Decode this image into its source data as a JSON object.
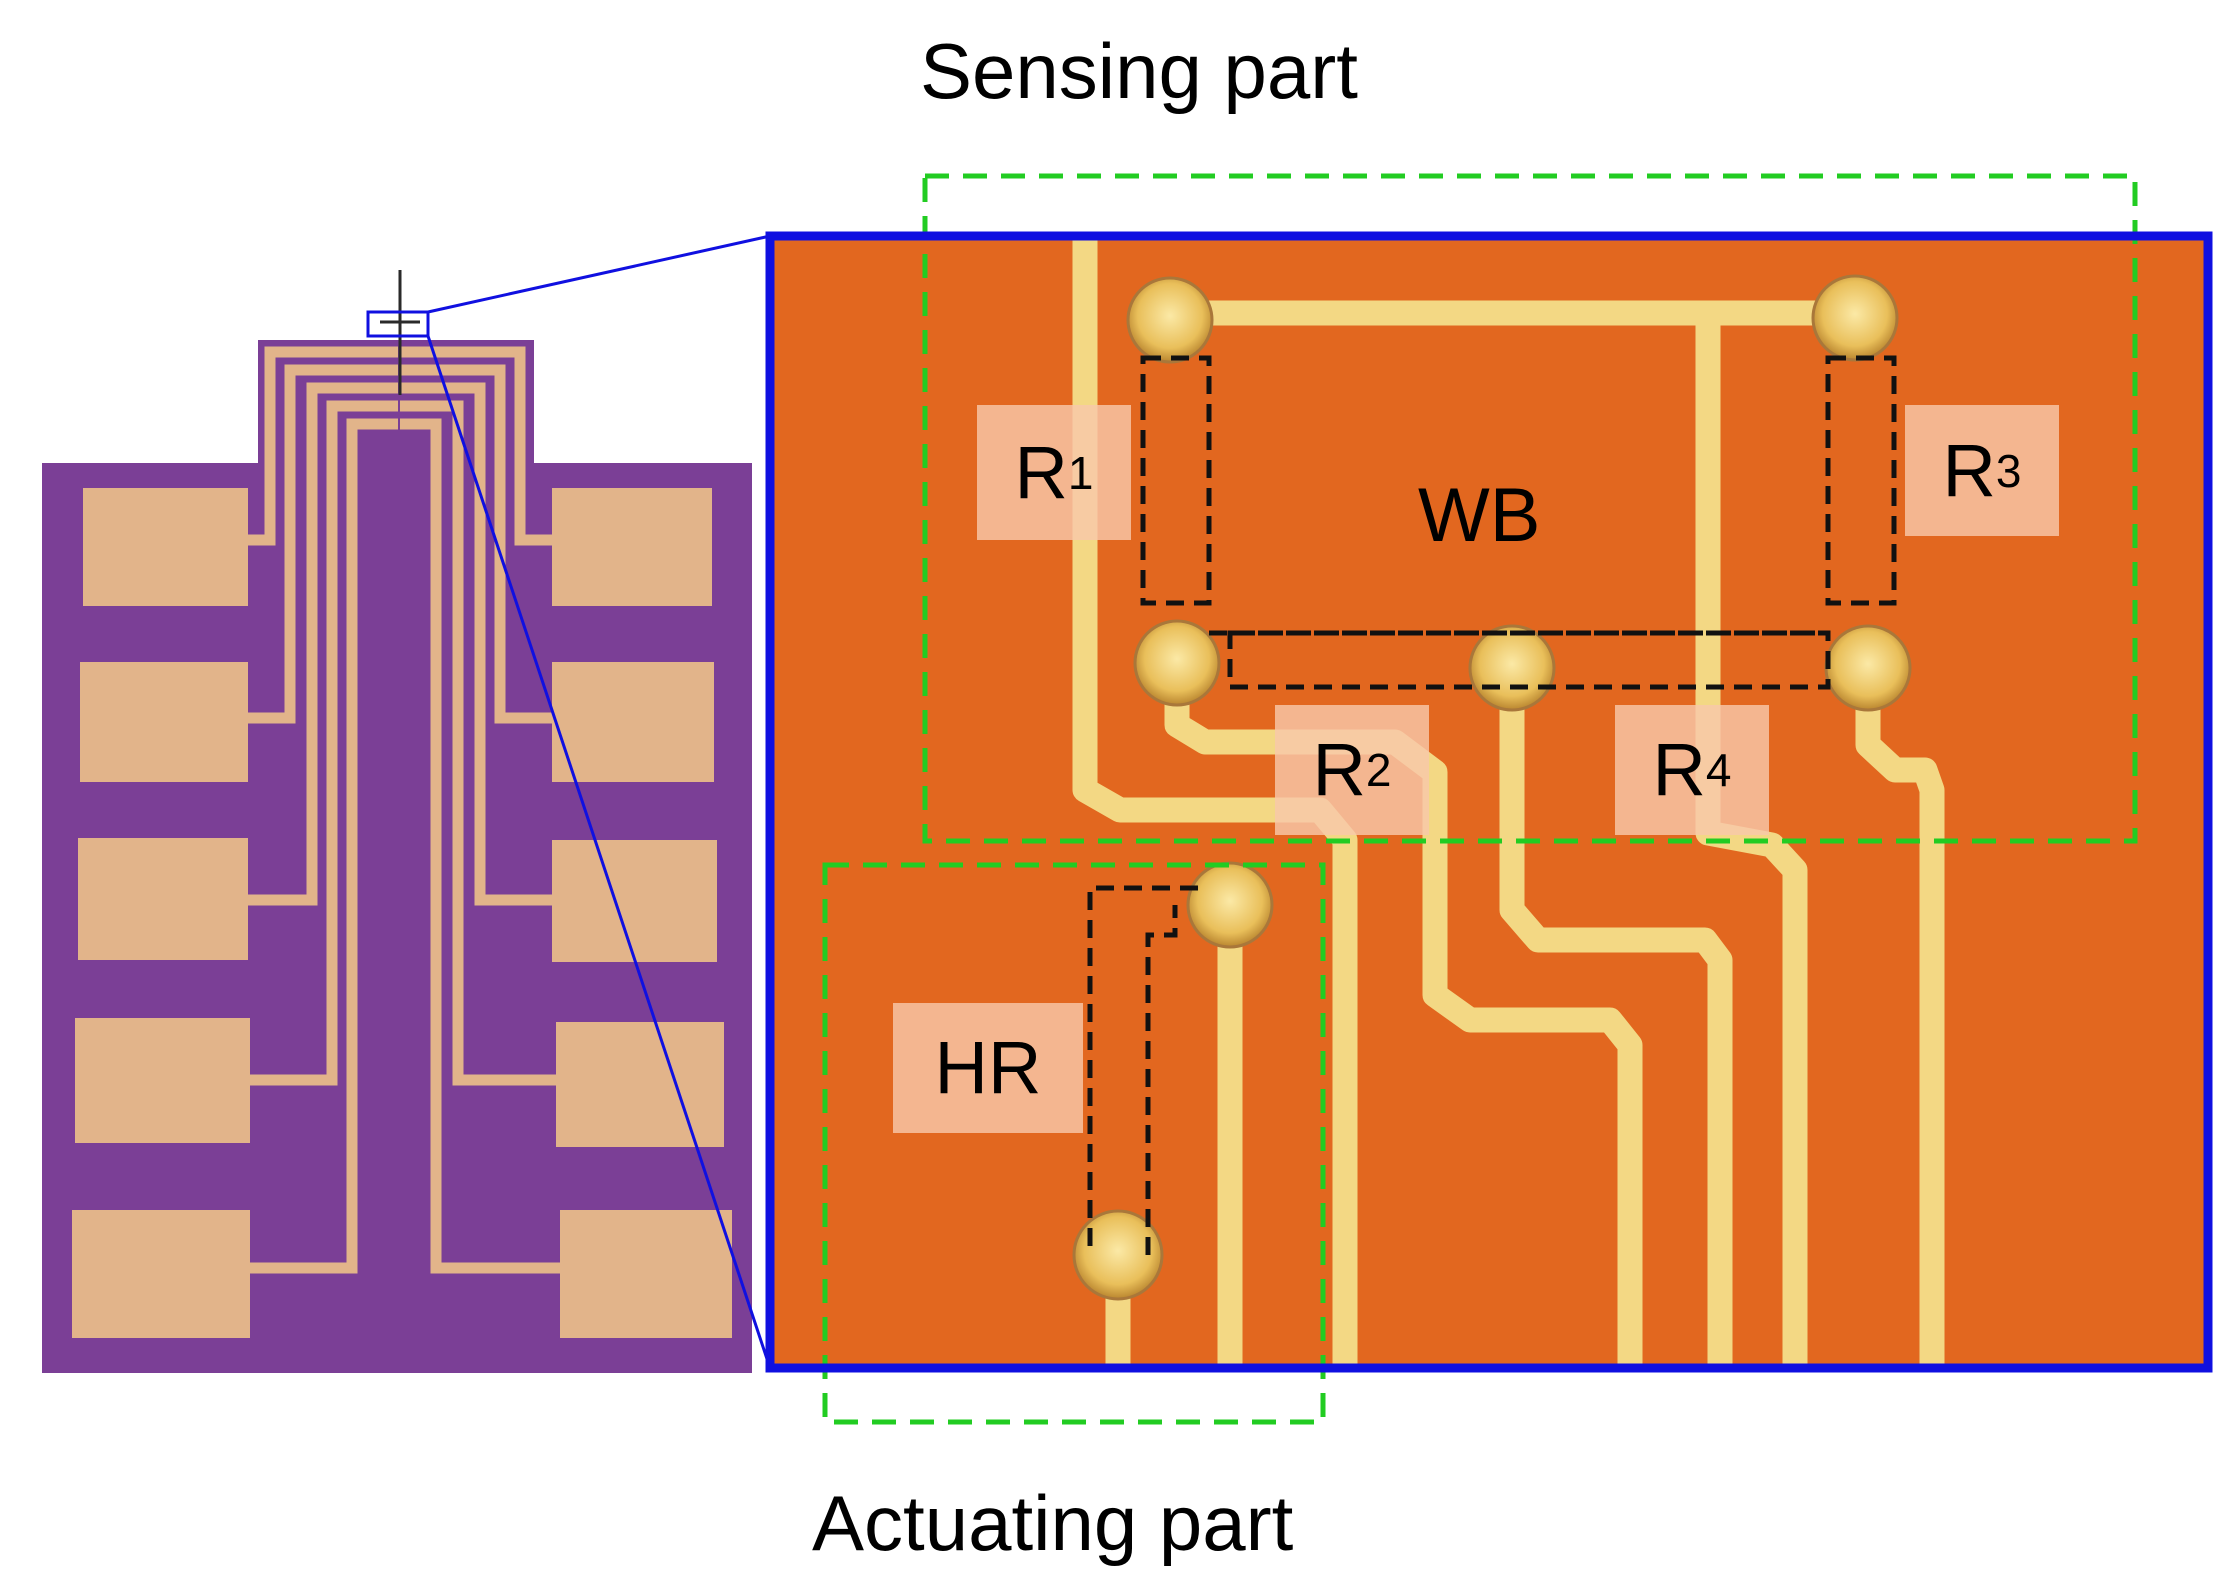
{
  "captions": {
    "sensing": "Sensing part",
    "actuating": "Actuating part"
  },
  "labels": {
    "r1": {
      "main": "R",
      "sub": "1"
    },
    "r2": {
      "main": "R",
      "sub": "2"
    },
    "r3": {
      "main": "R",
      "sub": "3"
    },
    "r4": {
      "main": "R",
      "sub": "4"
    },
    "hr": "HR",
    "wb": "WB"
  },
  "colors": {
    "chip_substrate": "#7b3f96",
    "chip_metal": "#e2b48a",
    "zoom_substrate": "#e2671f",
    "zoom_trace": "#f3d884",
    "zoom_frame": "#1010e0",
    "region_outline": "#22cc22",
    "resistor_outline": "#111111"
  }
}
